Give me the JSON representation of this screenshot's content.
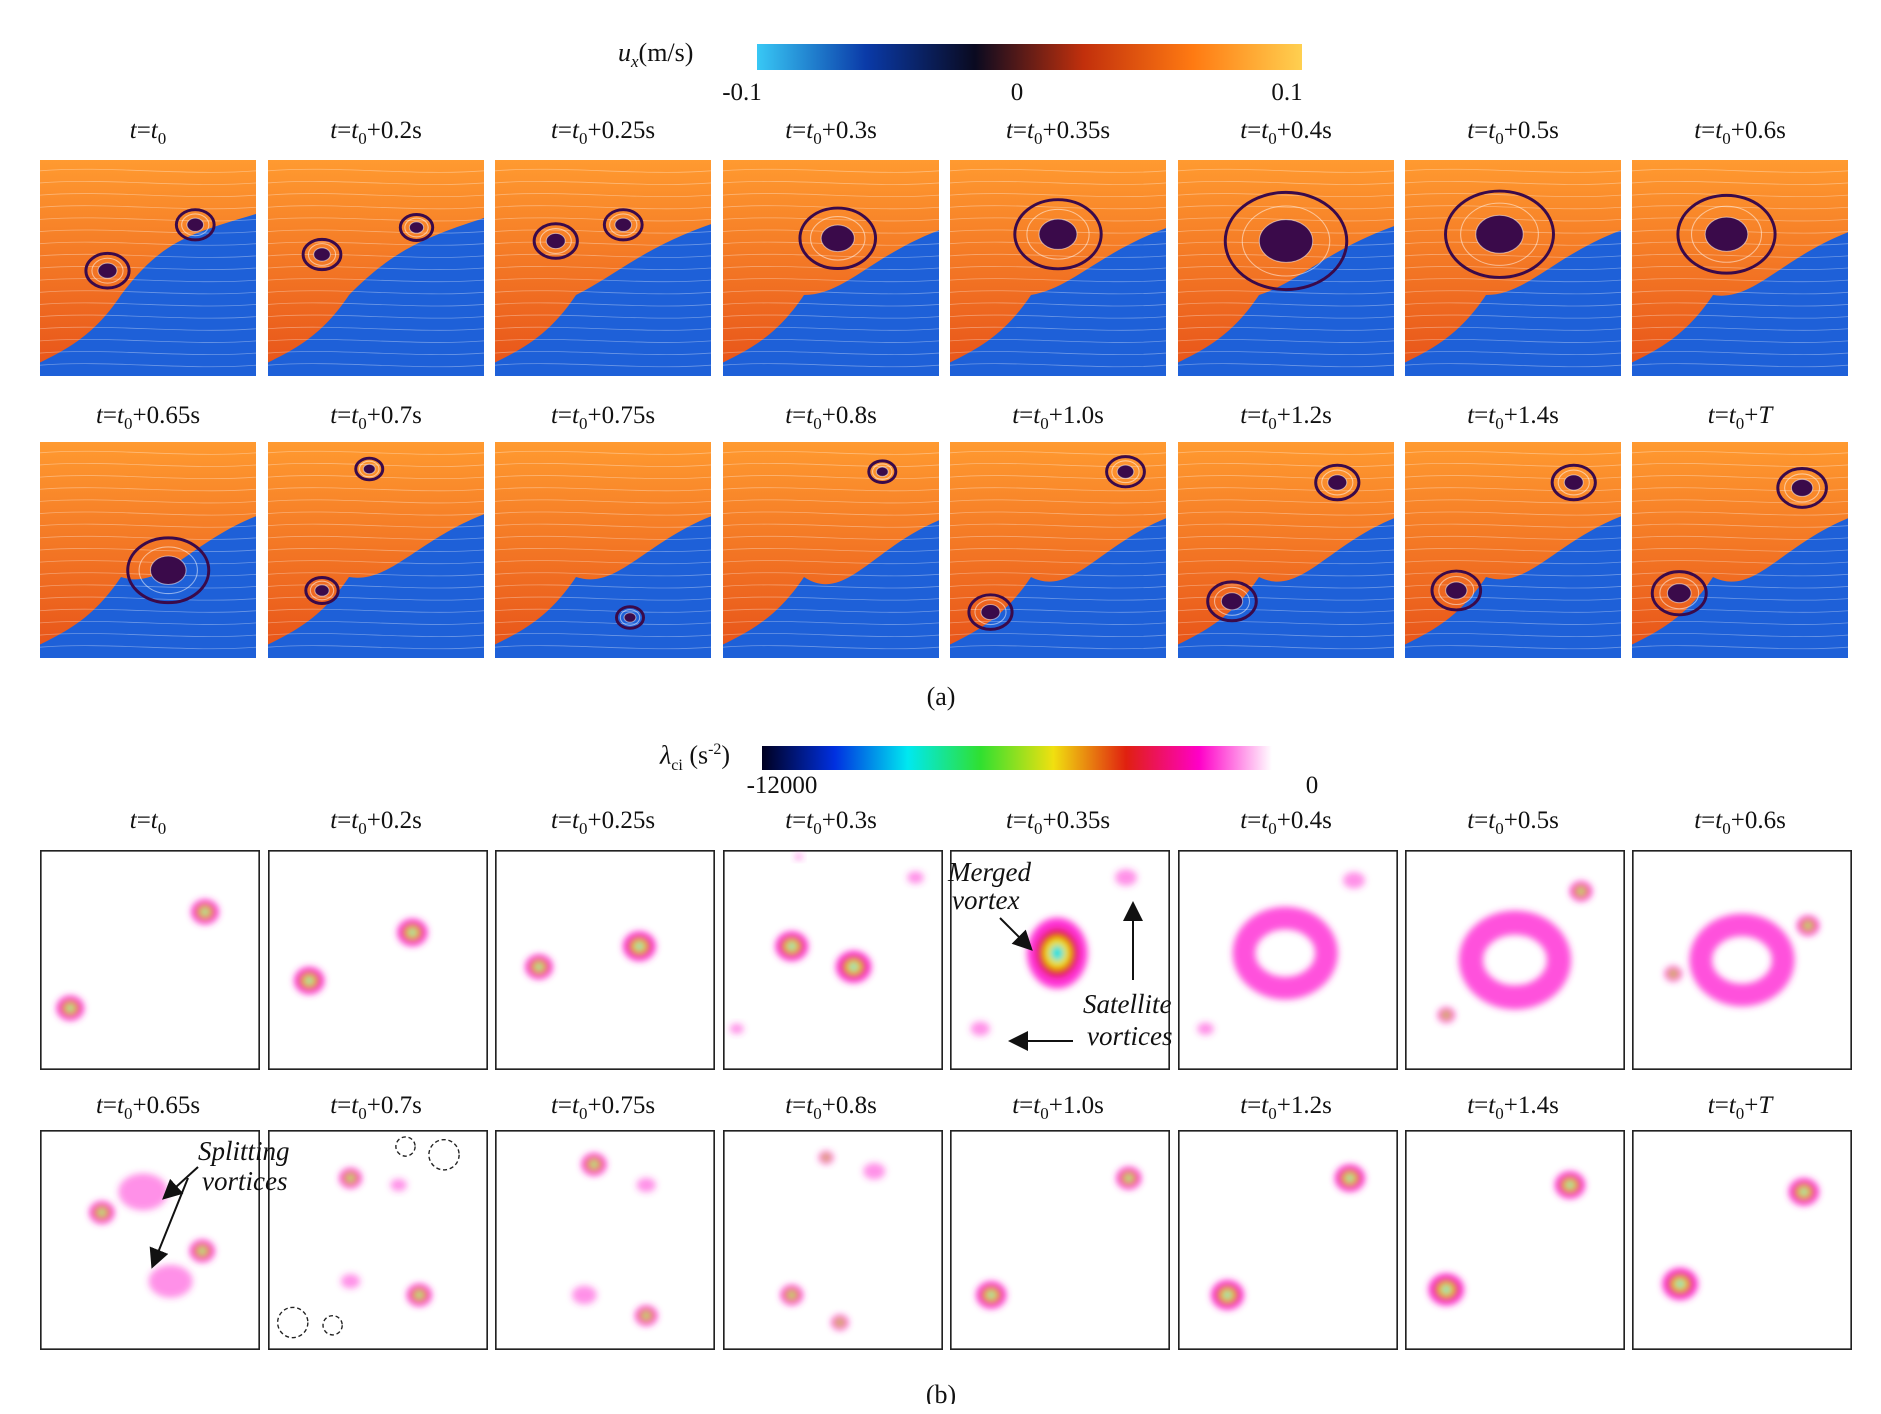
{
  "colorbar_a": {
    "label_sym": "u",
    "label_sub": "x",
    "label_unit": "(m/s)",
    "ticks": [
      "-0.1",
      "0",
      "0.1"
    ],
    "colors": [
      "#38c8f5",
      "#0a3aa8",
      "#0a0a20",
      "#c2300c",
      "#ff7a12",
      "#ffd050"
    ]
  },
  "colorbar_b": {
    "label_sym": "λ",
    "label_sub": "ci",
    "label_unit": "(s",
    "label_exp": "-2",
    "label_close": ")",
    "ticks": [
      "-12000",
      "0"
    ],
    "colors": [
      "#000020",
      "#0030e0",
      "#00e8f0",
      "#30e030",
      "#f0e010",
      "#e02010",
      "#ff00c8",
      "#ffffff"
    ]
  },
  "times": [
    {
      "prefix": "",
      "suffix": ""
    },
    {
      "prefix": "+0.2s",
      "suffix": ""
    },
    {
      "prefix": "+0.25s",
      "suffix": ""
    },
    {
      "prefix": "+0.3s",
      "suffix": ""
    },
    {
      "prefix": "+0.35s",
      "suffix": ""
    },
    {
      "prefix": "+0.4s",
      "suffix": ""
    },
    {
      "prefix": "+0.5s",
      "suffix": ""
    },
    {
      "prefix": "+0.6s",
      "suffix": ""
    },
    {
      "prefix": "+0.65s",
      "suffix": ""
    },
    {
      "prefix": "+0.7s",
      "suffix": ""
    },
    {
      "prefix": "+0.75s",
      "suffix": ""
    },
    {
      "prefix": "+0.8s",
      "suffix": ""
    },
    {
      "prefix": "+1.0s",
      "suffix": ""
    },
    {
      "prefix": "+1.2s",
      "suffix": ""
    },
    {
      "prefix": "+1.4s",
      "suffix": ""
    },
    {
      "prefix": "+",
      "suffix": "T"
    }
  ],
  "title_parts": {
    "t": "t",
    "eq": "=",
    "t0": "t",
    "zero": "0"
  },
  "sublabels": {
    "a": "(a)",
    "b": "(b)"
  },
  "annotations": {
    "merged_1": "Merged",
    "merged_2": "vortex",
    "satellite_1": "Satellite",
    "satellite_2": "vortices",
    "splitting_1": "Splitting",
    "splitting_2": "vortices"
  },
  "colors": {
    "positive_flow": "#e8561a",
    "negative_flow": "#1e60d8",
    "vortex_core": "#3a0a4a",
    "lambda_halo": "#ff33d6",
    "lambda_core": "#00e0e0"
  }
}
